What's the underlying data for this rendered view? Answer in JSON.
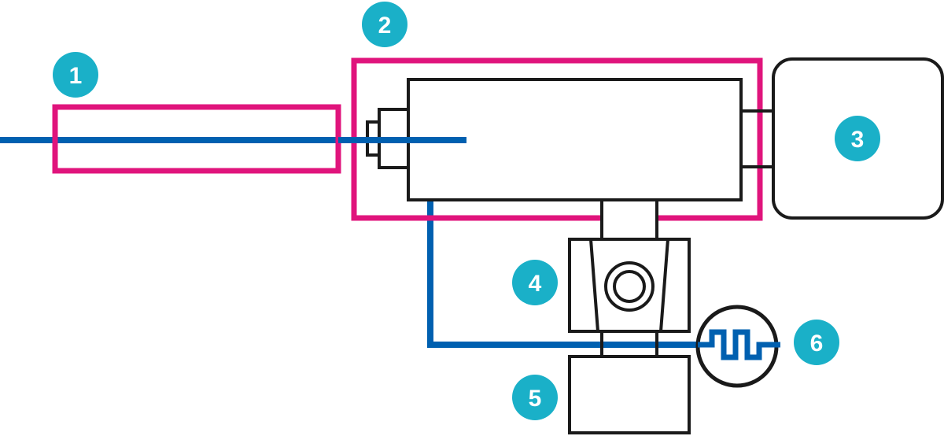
{
  "colors": {
    "background": "#ffffff",
    "outline": "#1a1a1a",
    "highlight": "#e0147c",
    "signal_line": "#0060b0",
    "badge_fill": "#1ab0c8",
    "badge_text": "#ffffff"
  },
  "badges": [
    {
      "id": "1",
      "label": "1"
    },
    {
      "id": "2",
      "label": "2"
    },
    {
      "id": "3",
      "label": "3"
    },
    {
      "id": "4",
      "label": "4"
    },
    {
      "id": "5",
      "label": "5"
    },
    {
      "id": "6",
      "label": "6"
    }
  ],
  "icons": {
    "pulse_signal": "square-wave-pulse-icon",
    "coupling": "ring-coupling-icon"
  }
}
